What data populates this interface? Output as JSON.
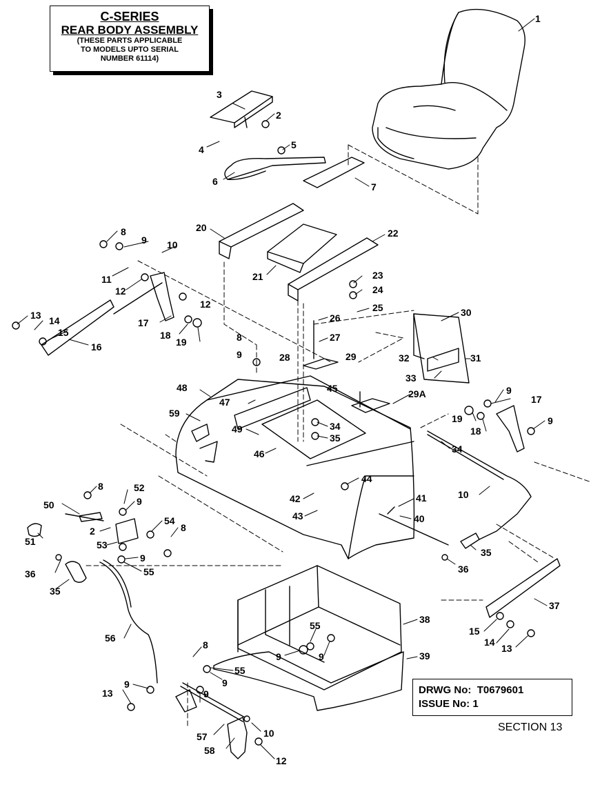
{
  "title": {
    "series": "C-SERIES",
    "assembly": "REAR BODY ASSEMBLY",
    "note_line1": "(THESE PARTS APPLICABLE",
    "note_line2": "TO MODELS UPTO SERIAL",
    "note_line3": "NUMBER 61114)"
  },
  "drawing_info": {
    "drwg_label": "DRWG No:",
    "drwg_number": "T0679601",
    "issue_label": "ISSUE No:",
    "issue_number": "1"
  },
  "section_label": "SECTION 13",
  "colors": {
    "line": "#000000",
    "background": "#ffffff"
  },
  "callouts": [
    "1",
    "2",
    "3",
    "4",
    "5",
    "6",
    "7",
    "8",
    "9",
    "10",
    "11",
    "12",
    "12",
    "13",
    "14",
    "15",
    "16",
    "17",
    "18",
    "19",
    "20",
    "21",
    "22",
    "23",
    "24",
    "25",
    "26",
    "27",
    "8",
    "9",
    "28",
    "29",
    "30",
    "31",
    "32",
    "33",
    "48",
    "47",
    "45",
    "29A",
    "59",
    "49",
    "34",
    "35",
    "46",
    "44",
    "42",
    "43",
    "41",
    "40",
    "9",
    "17",
    "19",
    "9",
    "18",
    "34",
    "10",
    "35",
    "36",
    "8",
    "52",
    "9",
    "50",
    "54",
    "8",
    "2",
    "53",
    "51",
    "9",
    "55",
    "36",
    "35",
    "56",
    "8",
    "55",
    "9",
    "9",
    "55",
    "9",
    "38",
    "39",
    "37",
    "15",
    "14",
    "13",
    "13",
    "9",
    "9",
    "57",
    "10",
    "58",
    "12"
  ]
}
